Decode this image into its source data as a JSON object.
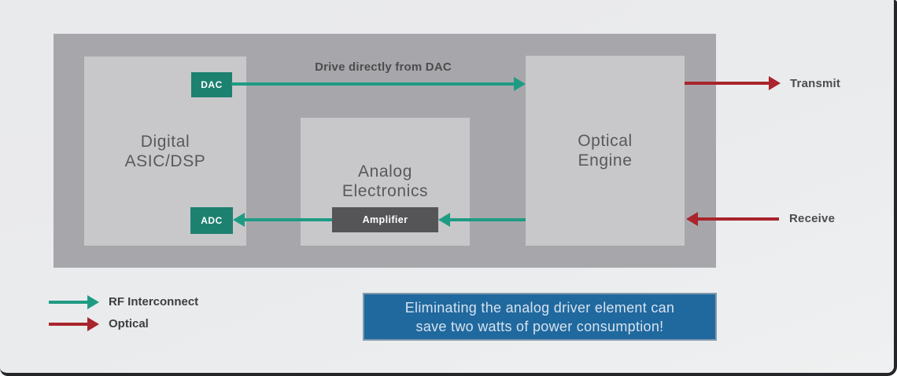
{
  "blocks": {
    "digital": {
      "line1": "Digital",
      "line2": "ASIC/DSP"
    },
    "analog": {
      "line1": "Analog",
      "line2": "Electronics"
    },
    "optical": {
      "line1": "Optical",
      "line2": "Engine"
    },
    "dac": {
      "label": "DAC"
    },
    "adc": {
      "label": "ADC"
    },
    "amplifier": {
      "label": "Amplifier"
    }
  },
  "annotations": {
    "drive": "Drive directly from DAC",
    "transmit": "Transmit",
    "receive": "Receive"
  },
  "legend": {
    "rf_interconnect": "RF Interconnect",
    "optical": "Optical"
  },
  "callout": {
    "line1": "Eliminating the analog driver element can",
    "line2": "save two watts of power consumption!"
  },
  "colors": {
    "rf_teal": "#1f9b84",
    "chip_teal": "#1d8170",
    "optical_red": "#a9242c",
    "callout_blue": "#20699f",
    "container_gray": "#a7a7ab",
    "block_gray": "#c8c8ca"
  }
}
